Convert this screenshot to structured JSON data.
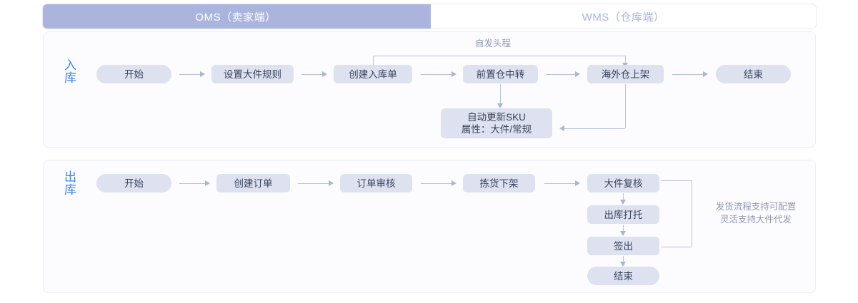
{
  "header": {
    "segments": [
      {
        "id": "oms",
        "label": "OMS（卖家端）"
      },
      {
        "id": "wms",
        "label": "WMS（仓库端）"
      }
    ]
  },
  "colors": {
    "band_active": "#aab4dd",
    "band_inactive_text": "#aab4dd",
    "node_bg": "#dde1f0",
    "node_text": "#39425c",
    "connector": "#b9c2de",
    "side_label": "#3b82f6",
    "note_text": "#8f98b5",
    "card_bg": "#fcfcfe",
    "card_border": "#eceef7"
  },
  "inbound": {
    "side_label": "入库",
    "branch_label": "自发头程",
    "nodes": [
      {
        "id": "start",
        "label": "开始"
      },
      {
        "id": "rule",
        "label": "设置大件规则"
      },
      {
        "id": "create",
        "label": "创建入库单"
      },
      {
        "id": "forward",
        "label": "前置仓中转"
      },
      {
        "id": "overseas",
        "label": "海外仓上架"
      },
      {
        "id": "end",
        "label": "结束"
      },
      {
        "id": "sku",
        "label": "自动更新SKU\n属性：大件/常规"
      }
    ]
  },
  "outbound": {
    "side_label": "出库",
    "note": "发货流程支持可配置\n灵活支持大件代发",
    "nodes": [
      {
        "id": "start",
        "label": "开始"
      },
      {
        "id": "order",
        "label": "创建订单"
      },
      {
        "id": "audit",
        "label": "订单审核"
      },
      {
        "id": "pick",
        "label": "拣货下架"
      },
      {
        "id": "recheck",
        "label": "大件复核"
      },
      {
        "id": "palletize",
        "label": "出库打托"
      },
      {
        "id": "signout",
        "label": "签出"
      },
      {
        "id": "end",
        "label": "结束"
      }
    ]
  }
}
